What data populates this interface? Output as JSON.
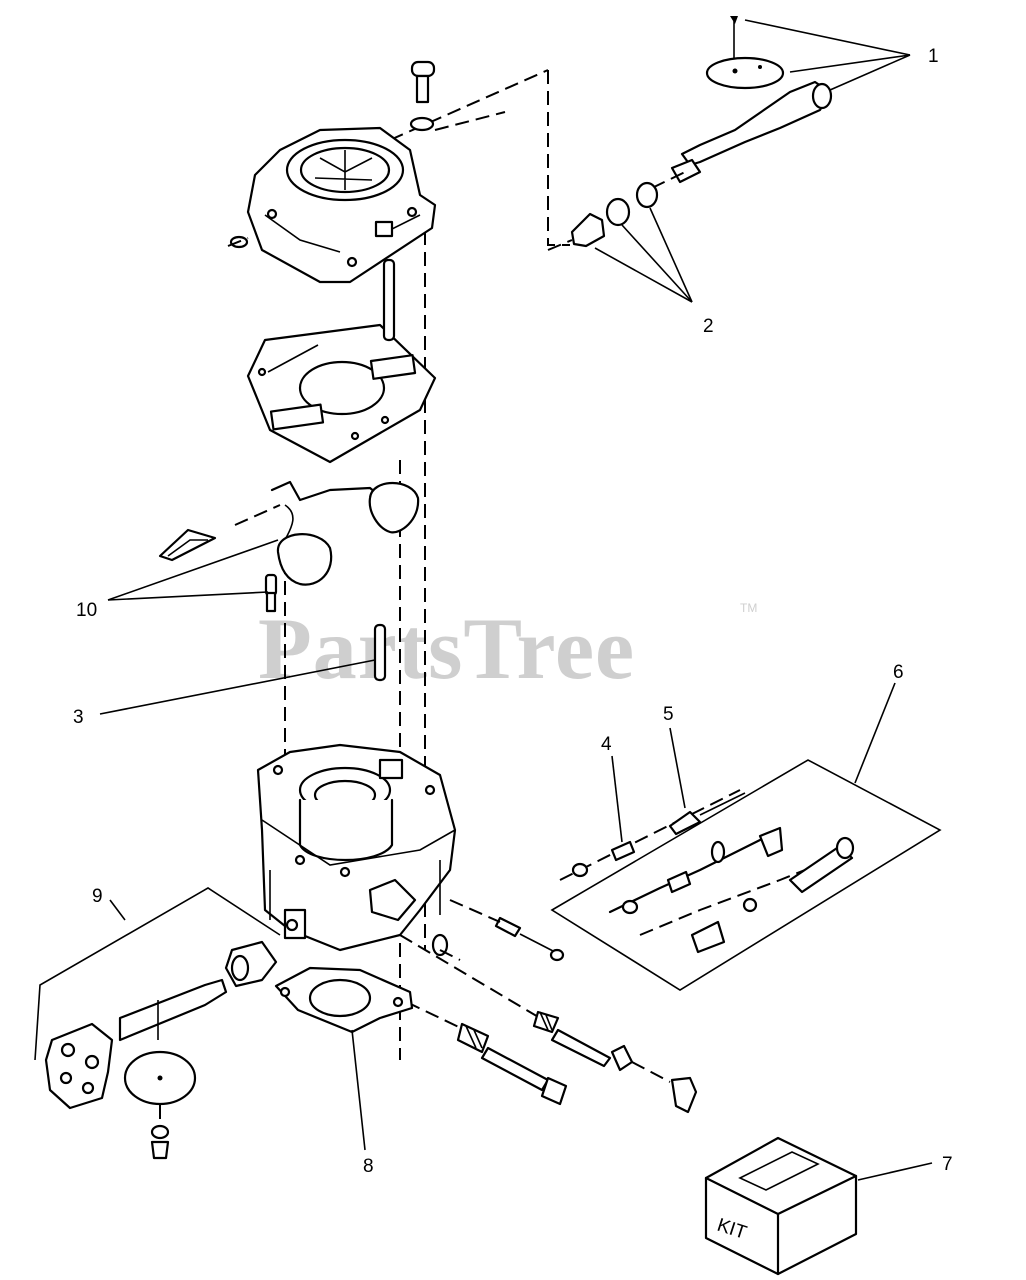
{
  "watermark": {
    "text": "PartsTree",
    "trademark": "TM"
  },
  "callouts": [
    "1",
    "2",
    "3",
    "4",
    "5",
    "6",
    "7",
    "8",
    "9",
    "10"
  ],
  "kit_label": "KIT"
}
